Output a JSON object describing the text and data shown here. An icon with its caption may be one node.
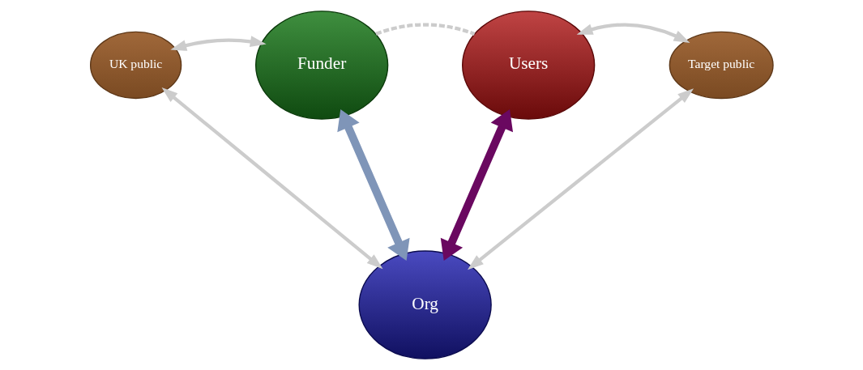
{
  "diagram": {
    "nodes": [
      {
        "text": [
          "UK public"
        ]
      },
      {
        "text": [
          "Funder"
        ]
      },
      {
        "text": [
          "Users"
        ]
      },
      {
        "text": [
          "Target public"
        ]
      },
      {
        "text": [
          "Org"
        ]
      }
    ],
    "edges": [
      {
        "from": 0,
        "to": 1,
        "arrow": "both"
      },
      {
        "from": 1,
        "to": 2,
        "arrow": "none",
        "style": "dashed"
      },
      {
        "from": 2,
        "to": 3,
        "arrow": "both"
      },
      {
        "from": 0,
        "to": 4,
        "arrow": "both"
      },
      {
        "from": 1,
        "to": 4,
        "arrow": "both",
        "style": "thick",
        "color": "#7f95b8"
      },
      {
        "from": 2,
        "to": 4,
        "arrow": "both",
        "style": "thick",
        "color": "#6a0860"
      },
      {
        "from": 3,
        "to": 4,
        "arrow": "both"
      }
    ]
  }
}
